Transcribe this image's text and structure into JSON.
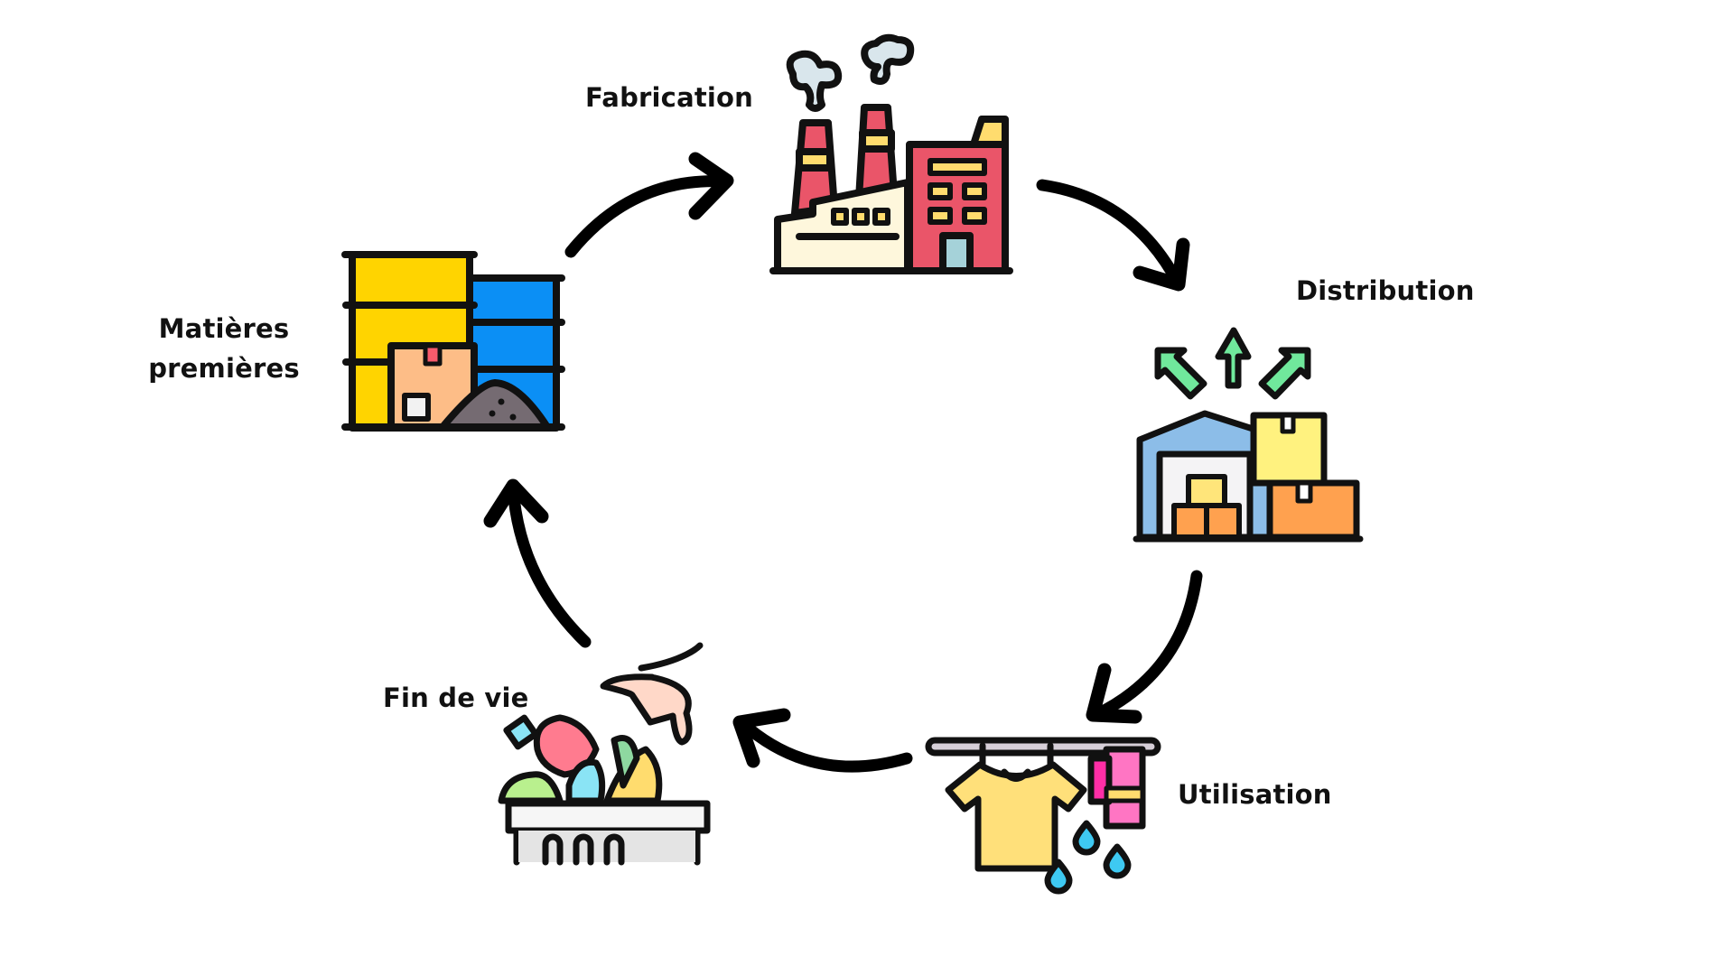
{
  "diagram": {
    "type": "cycle",
    "title": "",
    "stages": [
      {
        "id": "matieres",
        "label_lines": [
          "Matières",
          "premières"
        ],
        "icon": "raw-materials-icon"
      },
      {
        "id": "fabrication",
        "label": "Fabrication",
        "icon": "factory-icon"
      },
      {
        "id": "distribution",
        "label": "Distribution",
        "icon": "warehouse-distribution-icon"
      },
      {
        "id": "utilisation",
        "label": "Utilisation",
        "icon": "clothesline-icon"
      },
      {
        "id": "findevie",
        "label": "Fin de vie",
        "icon": "trash-bin-icon"
      }
    ],
    "flow": [
      {
        "from": "matieres",
        "to": "fabrication"
      },
      {
        "from": "fabrication",
        "to": "distribution"
      },
      {
        "from": "distribution",
        "to": "utilisation"
      },
      {
        "from": "utilisation",
        "to": "findevie"
      },
      {
        "from": "findevie",
        "to": "matieres"
      }
    ],
    "colors": {
      "outline": "#111111",
      "arrow": "#000000",
      "background": "#ffffff",
      "barrel_yellow": "#FFD400",
      "barrel_blue": "#0B8FF5",
      "box_tan": "#FDBD87",
      "sand_gray": "#756B72",
      "factory_red": "#EA5569",
      "factory_cream": "#FEF7DC",
      "accent_yellow": "#FFDC6E",
      "smoke": "#D9E6EC",
      "door_teal": "#A5D2D9",
      "warehouse_blue": "#8CBDE8",
      "arrow_green": "#70E89C",
      "box_orange": "#FFA14F",
      "box_yellow": "#FFF27F",
      "shirt_yellow": "#FFE07A",
      "towel_pink": "#FF75C3",
      "water_blue": "#3EC9F2",
      "rod_gray": "#D6CFD8",
      "hand_skin": "#FFD8C8",
      "bin_gray": "#E6E6E6"
    }
  }
}
